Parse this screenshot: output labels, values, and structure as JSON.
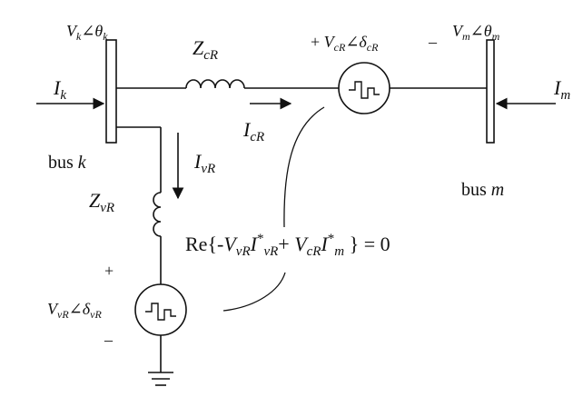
{
  "bus_k": {
    "voltage_label": "V",
    "voltage_sub": "k",
    "angle_sym": "∠",
    "angle_label": "θ",
    "angle_sub": "k",
    "current_label": "I",
    "current_sub": "k",
    "bus_word": "bus",
    "bus_name": "k"
  },
  "bus_m": {
    "voltage_label": "V",
    "voltage_sub": "m",
    "angle_sym": "∠",
    "angle_label": "θ",
    "angle_sub": "m",
    "current_label": "I",
    "current_sub": "m",
    "bus_word": "bus",
    "bus_name": "m"
  },
  "series": {
    "impedance_label": "Z",
    "impedance_sub": "cR",
    "plus": "+",
    "minus": "–",
    "voltage_label": "V",
    "voltage_sub": "cR",
    "angle_sym": "∠",
    "angle_label": "δ",
    "angle_sub": "cR",
    "current_label": "I",
    "current_sub": "cR"
  },
  "shunt": {
    "impedance_label": "Z",
    "impedance_sub": "vR",
    "current_label": "I",
    "current_sub": "vR",
    "plus": "+",
    "minus": "–",
    "voltage_label": "V",
    "voltage_sub": "vR",
    "angle_sym": "∠",
    "angle_label": "δ",
    "angle_sub": "vR"
  },
  "equation": {
    "p1": "Re{-",
    "v1": "V",
    "v1_sub": "vR",
    "i1": "I",
    "i1_sup": "*",
    "i1_sub": "vR",
    "plus": "+ ",
    "v2": "V",
    "v2_sub": "cR",
    "i2": "I",
    "i2_sup": "*",
    "i2_sub": "m",
    "p2": " } = 0"
  }
}
